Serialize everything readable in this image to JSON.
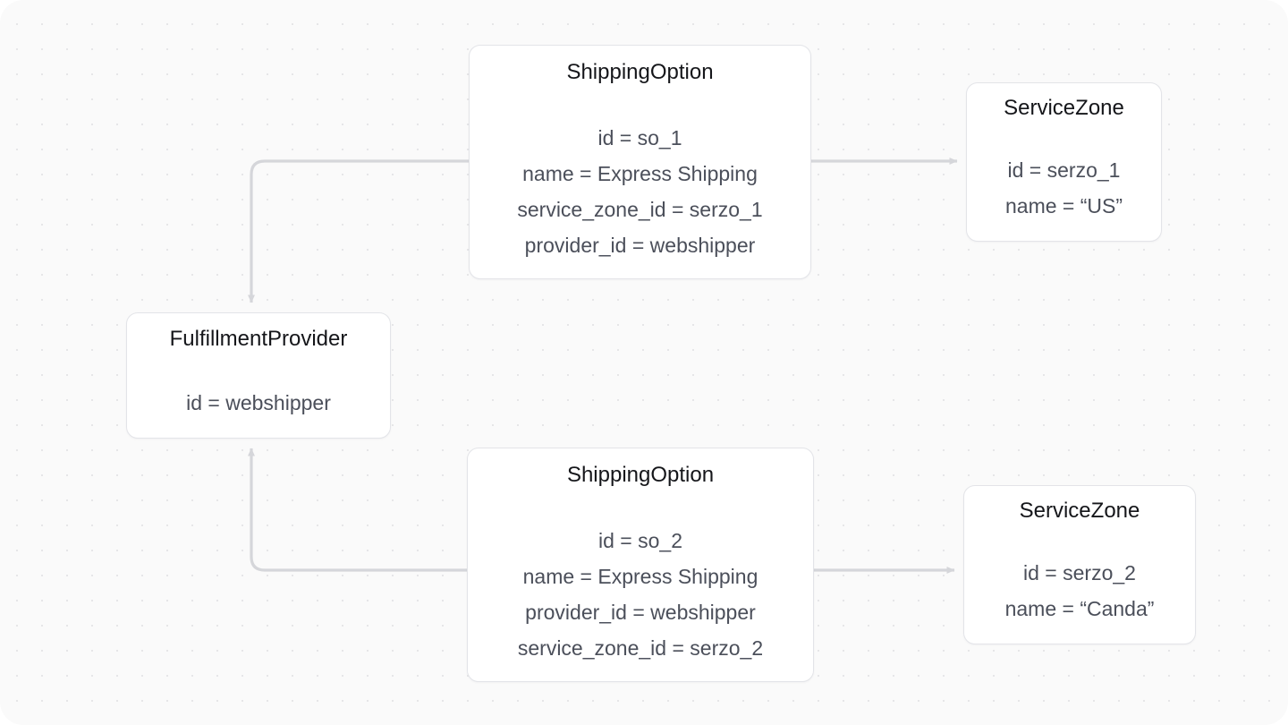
{
  "canvas": {
    "background_color": "#fafafa",
    "dot_color": "#e6e6e8",
    "edge_color": "#d5d6da"
  },
  "nodes": [
    {
      "id": "shipping-option-1",
      "title": "ShippingOption",
      "props": [
        "id = so_1",
        "name = Express Shipping",
        "service_zone_id = serzo_1",
        "provider_id = webshipper"
      ]
    },
    {
      "id": "service-zone-1",
      "title": "ServiceZone",
      "props": [
        "id = serzo_1",
        "name = “US”"
      ]
    },
    {
      "id": "fulfillment-provider",
      "title": "FulfillmentProvider",
      "props": [
        "id = webshipper"
      ]
    },
    {
      "id": "shipping-option-2",
      "title": "ShippingOption",
      "props": [
        "id = so_2",
        "name = Express Shipping",
        "provider_id = webshipper",
        "service_zone_id = serzo_2"
      ]
    },
    {
      "id": "service-zone-2",
      "title": "ServiceZone",
      "props": [
        "id = serzo_2",
        "name = “Canda”"
      ]
    }
  ],
  "edges": [
    {
      "id": "edge-so1-to-serzo1",
      "from": "shipping-option-1",
      "to": "service-zone-1",
      "label": ""
    },
    {
      "id": "edge-so1-to-provider",
      "from": "shipping-option-1",
      "to": "fulfillment-provider",
      "label": ""
    },
    {
      "id": "edge-so2-to-serzo2",
      "from": "shipping-option-2",
      "to": "service-zone-2",
      "label": ""
    },
    {
      "id": "edge-so2-to-provider",
      "from": "shipping-option-2",
      "to": "fulfillment-provider",
      "label": ""
    }
  ]
}
